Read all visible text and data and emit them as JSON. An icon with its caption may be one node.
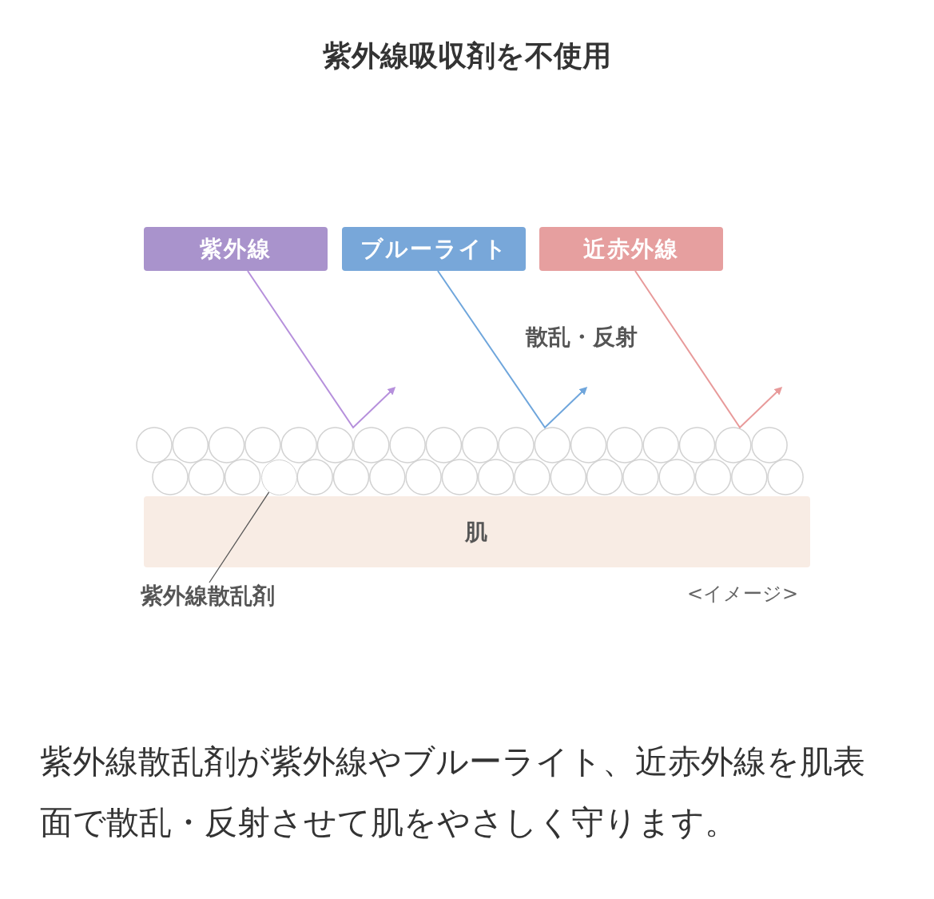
{
  "diagram": {
    "title": "紫外線吸収剤を不使用",
    "caption": "紫外線散乱剤が紫外線やブルーライト、近赤外線を肌表面で散乱・反射させて肌をやさしく守ります。",
    "nodes": [
      {
        "text": [
          "紫外線"
        ]
      },
      {
        "text": [
          "ブルーライト"
        ]
      },
      {
        "text": [
          "近赤外線"
        ]
      },
      {
        "text": [
          "肌"
        ]
      },
      {
        "text": [
          "紫外線散乱剤"
        ]
      },
      {
        "text": [],
        "shape": "circle"
      }
    ],
    "edges": [
      {
        "from": 0,
        "to": null,
        "arrow": "to",
        "color": "#b690dc"
      },
      {
        "from": 1,
        "to": null,
        "arrow": "to",
        "color": "#6fa6dc"
      },
      {
        "from": 2,
        "to": null,
        "arrow": "to",
        "color": "#e89a9a"
      },
      {
        "from": 4,
        "to": 5,
        "arrow": "none",
        "color": "#555555"
      }
    ],
    "labels": [
      "散乱・反射",
      "<イメージ>"
    ]
  }
}
